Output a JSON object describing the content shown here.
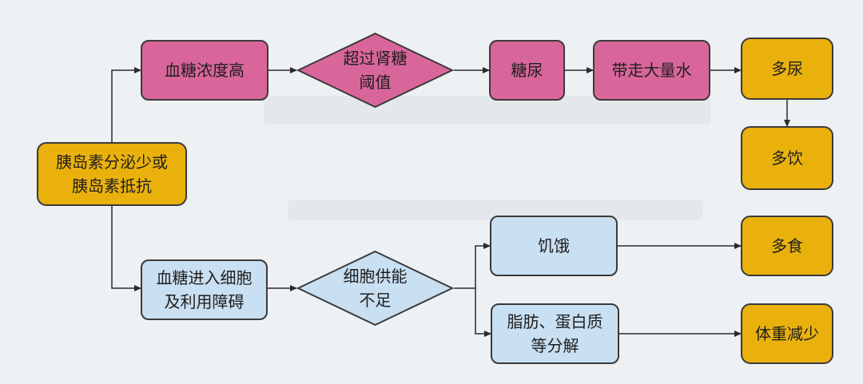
{
  "nodes": {
    "insulin_deficiency": "胰岛素分泌少或\n胰岛素抵抗",
    "high_blood_sugar": "血糖浓度高",
    "renal_threshold": "超过肾糖\n阈值",
    "glycosuria": "糖尿",
    "carry_water": "带走大量水",
    "polyuria": "多尿",
    "polydipsia": "多饮",
    "glucose_uptake_impaired": "血糖进入细胞\n及利用障碍",
    "cell_energy_insufficient": "细胞供能\n不足",
    "hunger": "饥饿",
    "fat_protein_breakdown": "脂肪、蛋白质\n等分解",
    "polyphagia": "多食",
    "weight_loss": "体重减少"
  },
  "colors": {
    "pink": "#d9669a",
    "blue": "#c9dff2",
    "yellow": "#eab10d",
    "line": "#2b2b2b",
    "background": "#eef1f4"
  }
}
